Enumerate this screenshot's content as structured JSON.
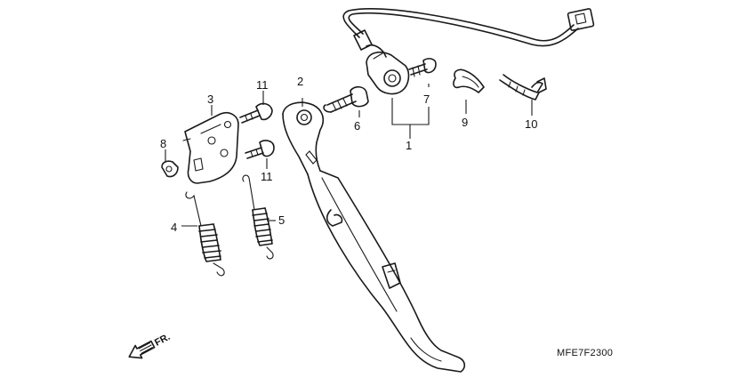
{
  "callouts": {
    "c1": "1",
    "c2": "2",
    "c3": "3",
    "c4": "4",
    "c5": "5",
    "c6": "6",
    "c7": "7",
    "c8": "8",
    "c9": "9",
    "c10": "10",
    "c11a": "11",
    "c11b": "11"
  },
  "diagram_code": "MFE7F2300",
  "direction_label": "FR.",
  "icons": [
    "front-direction-arrow-icon"
  ]
}
